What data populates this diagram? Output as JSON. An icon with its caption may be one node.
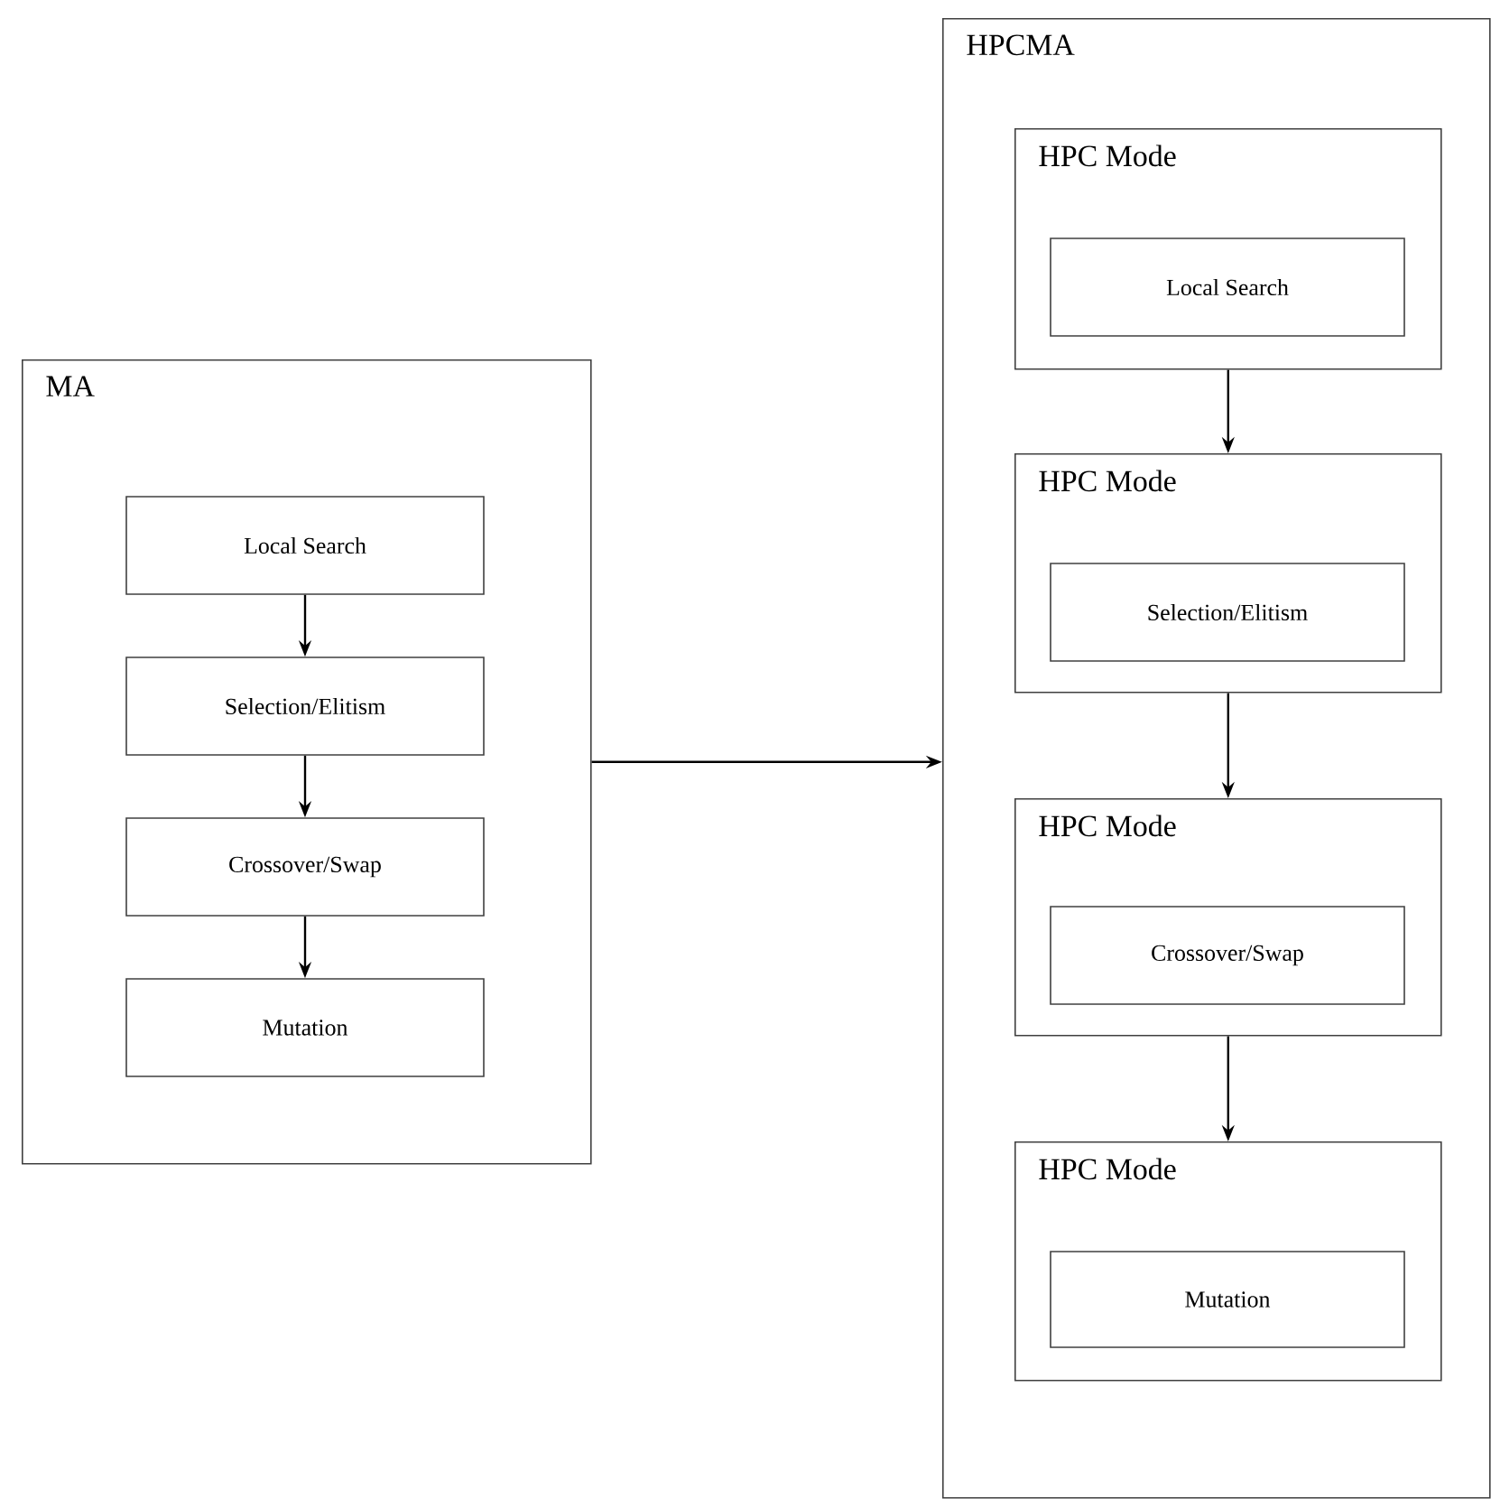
{
  "diagram": {
    "nodes": [
      {
        "text": [
          "MA"
        ]
      },
      {
        "text": [
          "Local Search"
        ],
        "in": 0
      },
      {
        "text": [
          "Selection/Elitism"
        ],
        "in": 0
      },
      {
        "text": [
          "Crossover/Swap"
        ],
        "in": 0
      },
      {
        "text": [
          "Mutation"
        ],
        "in": 0
      },
      {
        "text": [
          "HPCMA"
        ]
      },
      {
        "text": [
          "HPC Mode"
        ],
        "in": 5
      },
      {
        "text": [
          "Local Search"
        ],
        "in": 6
      },
      {
        "text": [
          "HPC Mode"
        ],
        "in": 5
      },
      {
        "text": [
          "Selection/Elitism"
        ],
        "in": 8
      },
      {
        "text": [
          "HPC Mode"
        ],
        "in": 5
      },
      {
        "text": [
          "Crossover/Swap"
        ],
        "in": 10
      },
      {
        "text": [
          "HPC Mode"
        ],
        "in": 5
      },
      {
        "text": [
          "Mutation"
        ],
        "in": 12
      }
    ],
    "edges": [
      {
        "from": 1,
        "to": 2,
        "arrow": "to"
      },
      {
        "from": 2,
        "to": 3,
        "arrow": "to"
      },
      {
        "from": 3,
        "to": 4,
        "arrow": "to"
      },
      {
        "from": 0,
        "to": 5,
        "arrow": "to"
      },
      {
        "from": 6,
        "to": 8,
        "arrow": "to"
      },
      {
        "from": 8,
        "to": 10,
        "arrow": "to"
      },
      {
        "from": 10,
        "to": 12,
        "arrow": "to"
      }
    ]
  }
}
